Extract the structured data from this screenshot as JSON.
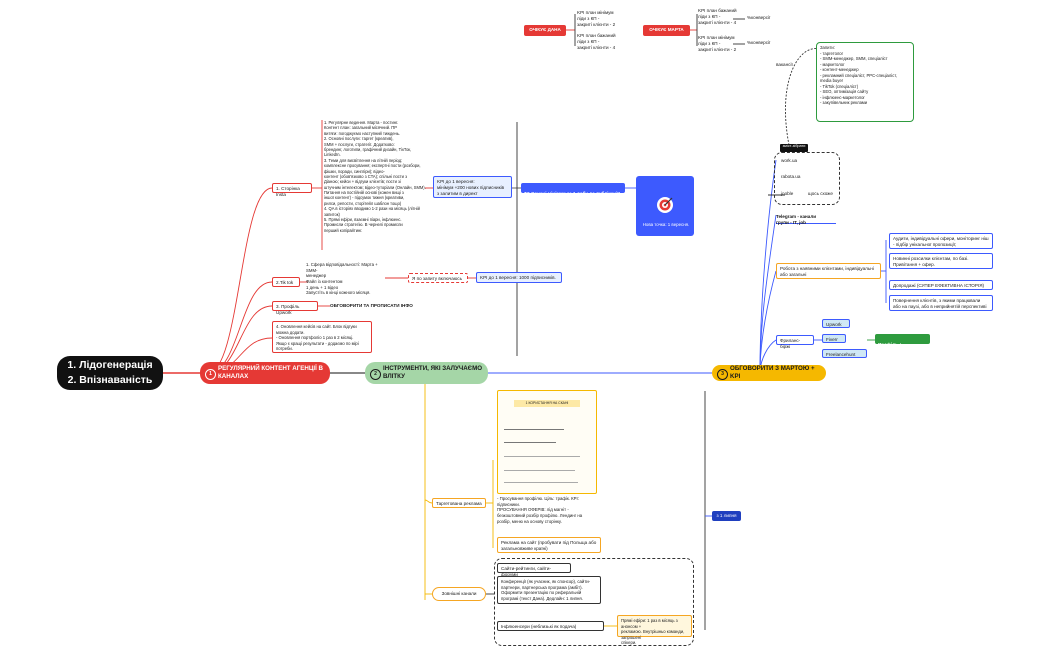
{
  "colors": {
    "red": "#e53935",
    "green": "#a5d6a7",
    "yellow": "#f5b800",
    "blue": "#3d5afe",
    "dark": "#111111",
    "navy": "#1f3fbf"
  },
  "root": {
    "line1": "1. Лідогенерація",
    "line2": "2. Впізнаваність"
  },
  "branch_red": {
    "num": "1",
    "label": "РЕГУЛЯРНИЙ КОНТЕНТ АГЕНЦІЇ В КАНАЛАХ"
  },
  "branch_green": {
    "num": "2",
    "label": "ІНСТРУМЕНТИ, ЯКІ ЗАЛУЧАЄМО ВЛІТКУ"
  },
  "branch_yellow": {
    "num": "3",
    "label": "ОБГОВОРИТИ З МАРТОЮ + KPI"
  },
  "top": {
    "dana": "ОЧІКУЄ ДАНА",
    "dana_kpi1": "KPI план мінімум\nліди з КП -\nзакриті клієнти - 2",
    "dana_kpi2": "KPI план бажаний\nліди з КП -\nзакриті клієнти - 4",
    "marta": "ОЧІКУЄ МАРТА",
    "marta_kpi1": "KPI план бажаний\nліди з КП -\nзакриті клієнти - 4",
    "marta_conv1": "%конверсії",
    "marta_kpi2": "KPI план мінімум\nліди з КП -\nзакриті клієнти - 2",
    "marta_conv2": "%конверсії"
  },
  "red": {
    "insta_label": "1. Сторінка Insta",
    "insta_text": "1. Регулярне ведення. Марта - постинг.\nКонтент план: загальний місячний. ПР\nвитяги: погоджуємо наступний тиждень.\n2. Основні послуги: таргет (креатив),\nSMM + послуги, стратегії. Додатково:\nбрендинг, логотипи, графічний дизайн, ТікТок, LinkedIn.\n3. Теми для висвітлення на літній період:\nкомплексне просування; експертні пости (розбори, фішки, поради, сингліри); відео-\nконтент (обов'язково з CTA); спільні пости з\nДіаною; кейси + відгуки клієнтів; пости зі\nштучним інтелектом; відео-туторіали (Онлайн, SMM).\nПитання на постійній основі (кожен вищі з\nіншої контент) - підсумок тижня (креативи,\nрилси, репости, сторітейл шаблон тощо)\n4. QA в історіях вводимо 1-2 рази на місяць (літній запиток)\n5. Прямі ефіри, взаємні піари, інфлюенс.\nПромисли стратегію. В чернелі промисли\nперший копірайтинг.",
    "kpi_insta": "KPI до 1 вересня:\nмінімум +200 нових підписників\nз залитим в директ",
    "tz_label": "ТЗ Оснані мінімум за 1 добу до публікації!",
    "target_caption": "Нова точка: 1 вересня.",
    "tiktok_label": "2.Tik tok",
    "tiktok_text": "1. Сфера відповідальності: Марта + SMM-\nменеджер\nФайл із контентом\n1 день + 1 відео\nЗапустіть в кінці кожного місяця.",
    "tiktok_note": "Я по запиту включаюсь",
    "tiktok_kpi": "KPI до 1 вересня: 1000 підписників.",
    "upwork_label": "3. Профіль Upwork",
    "upwork_text": "ОБГОВОРИТИ ТА ПРОПИСАТИ ІНФО",
    "site_text": "4. Оновлення кейсів на сайт. Блок відгуки\nможна додати.\n- Оновлення портфоліо 1 раз в 2 місяці.\nЯкщо є кращі результати - додаємо по мірі\nпотреби."
  },
  "green": {
    "target_ads": "Таргетована реклама",
    "doc_header": "1 КОРИСТАННЯ НА СКАНІ",
    "doc_text": "- Просування профілю. Ціль: трафік. КРІ:\nпідписники.\nПРОСУВАННЯ ОФЕРІВ: лід магніт -\nбезкоштовний розбір профілю. Лендинг на\nрозбір, меню на основу сторінку.",
    "site_ads": "Реклама на сайт (пробувати під Польща або\nзагальновживе країні)",
    "external": "Зовнішні канали",
    "ext1": "Сайти-рейтинги, сайти-форуми",
    "ext2": "Конференції (як учасник, як спонсор), сайти-\nпартнери, партнерська програма (амбіт).\nОформити презентацію по реферальній\nпрограмі (текст Дана). Дедлайн: 1 липня.",
    "ext3": "Інфлюенсери (неблизькі як подача)",
    "ext3_note": "Прямі ефіри: 1 раз в місяць з анонсом +\nрекламою. Внутрішньо команди, запрошені\nспікери.",
    "deadline": "з 1 липня"
  },
  "yellow": {
    "hiring_label": "вакансії",
    "hiring_text": "Запити:\n- таргетолог\n- SMM-менеджер, SMM, спеціаліст\n- маркетолог\n- контент-менеджер\n- рекламний спеціаліст, PPC-спеціаліст,\nmedia buyer\n- TikTok (спеціаліст)\n- SEO, оптимізація сайту\n- інфлюенс-маркетолог\n- закупівельник реклами",
    "job_header": "зміст-зібрати",
    "job1": "work.ua",
    "job2": "rabota.ua",
    "job3": "jooble",
    "job3_note": "щось схоже",
    "telegram": "Telegram - канали\nгрупи - ІТ, job",
    "clients": "Робота з наявними клієнтами, індивідуальні\nабо загальні",
    "c1": "Аудити, індивідуальні офери, моніторинг ніш\n- підбір унікальної пропозиції;",
    "c2": "Новинні розсилки клієнтам, по базі.\nПривітання + офер.",
    "c3": "Допродажі (СУПЕР ЕФЕКТИВНА ІСТОРІЯ)",
    "c4": "Повернення клієнтів, з якими працювали\nабо на паузі, або в неприйнятій перспективі",
    "freelance": "Фриланс-біржі",
    "f1": "Upwork",
    "f2": "Fiverr",
    "f3": "Freelancehunt",
    "portfolio": "Профіль + портфоліо"
  }
}
